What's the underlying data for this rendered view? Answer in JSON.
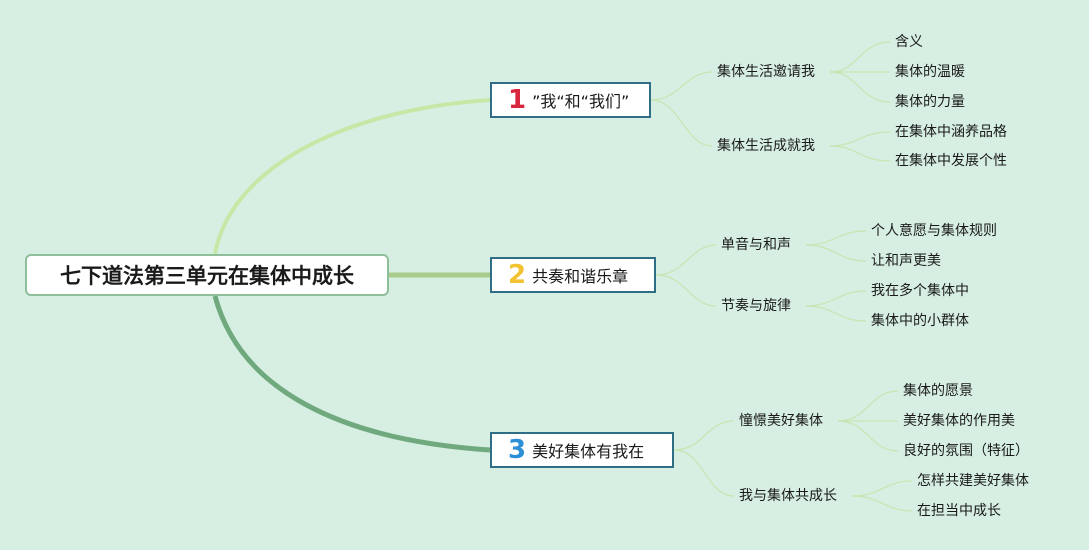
{
  "root": {
    "label": "七下道法第三单元在集体中成长"
  },
  "topics": [
    {
      "number": "1",
      "label": "”我“和“我们”",
      "number_color": "#d7263d",
      "branches": [
        {
          "label": "集体生活邀请我",
          "leaves": [
            "含义",
            "集体的温暖",
            "集体的力量"
          ]
        },
        {
          "label": "集体生活成就我",
          "leaves": [
            "在集体中涵养品格",
            "在集体中发展个性"
          ]
        }
      ]
    },
    {
      "number": "2",
      "label": "共奏和谐乐章",
      "number_color": "#f2c230",
      "branches": [
        {
          "label": "单音与和声",
          "leaves": [
            "个人意愿与集体规则",
            "让和声更美"
          ]
        },
        {
          "label": "节奏与旋律",
          "leaves": [
            "我在多个集体中",
            "集体中的小群体"
          ]
        }
      ]
    },
    {
      "number": "3",
      "label": "美好集体有我在",
      "number_color": "#2d8fd5",
      "branches": [
        {
          "label": "憧憬美好集体",
          "leaves": [
            "集体的愿景",
            "美好集体的作用美",
            "良好的氛围（特征）"
          ]
        },
        {
          "label": "我与集体共成长",
          "leaves": [
            "怎样共建美好集体",
            "在担当中成长"
          ]
        }
      ]
    }
  ],
  "colors": {
    "background": "#d7efe3",
    "branch_1": "#bfe3a0",
    "branch_2": "#a3c98a",
    "branch_3": "#6ea77a",
    "sub_lines": "#c5e6b0",
    "topic_border": "#2f6f86"
  }
}
